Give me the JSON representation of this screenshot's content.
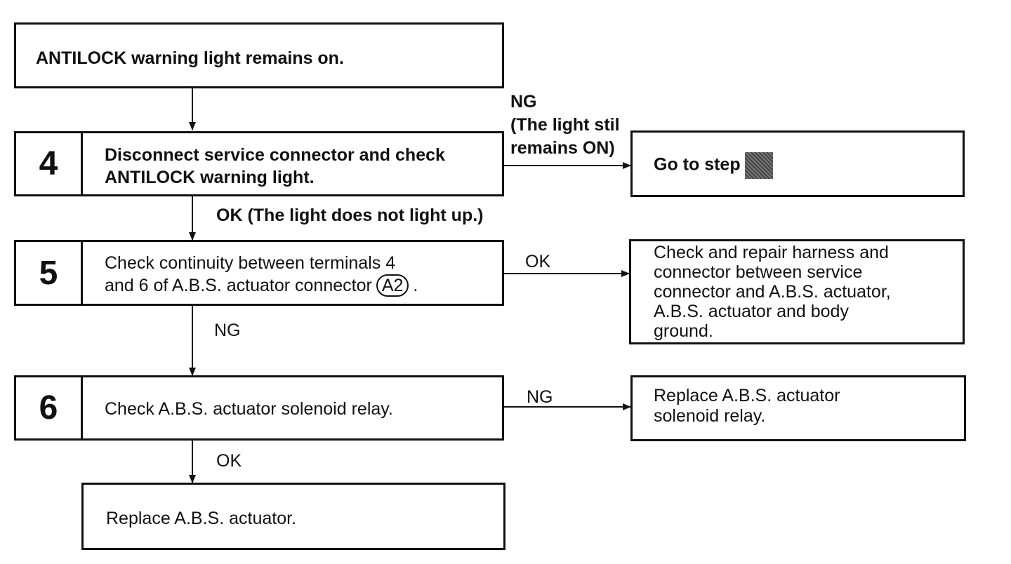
{
  "start": {
    "text": "ANTILOCK warning light remains on."
  },
  "step4": {
    "number": "4",
    "line1": "Disconnect service connector and check",
    "line2": "ANTILOCK warning light.",
    "ng_label": "NG",
    "ng_note_line1": "(The light stil",
    "ng_note_line2": "remains ON)",
    "ng_result": "Go to step",
    "ok_label": "OK (The light does not light up.)"
  },
  "step5": {
    "number": "5",
    "line1": "Check continuity between terminals 4",
    "line2_prefix": "and 6 of A.B.S. actuator connector",
    "connector": "A2",
    "line2_suffix": ".",
    "ok_label": "OK",
    "ok_result": [
      "Check and repair harness and",
      "connector between service",
      "connector and A.B.S. actuator,",
      "A.B.S. actuator and body",
      "ground."
    ],
    "ng_label": "NG"
  },
  "step6": {
    "number": "6",
    "text": "Check A.B.S. actuator solenoid relay.",
    "ng_label": "NG",
    "ng_result": [
      "Replace A.B.S. actuator",
      "solenoid relay."
    ],
    "ok_label": "OK"
  },
  "end": {
    "text": "Replace A.B.S. actuator."
  }
}
